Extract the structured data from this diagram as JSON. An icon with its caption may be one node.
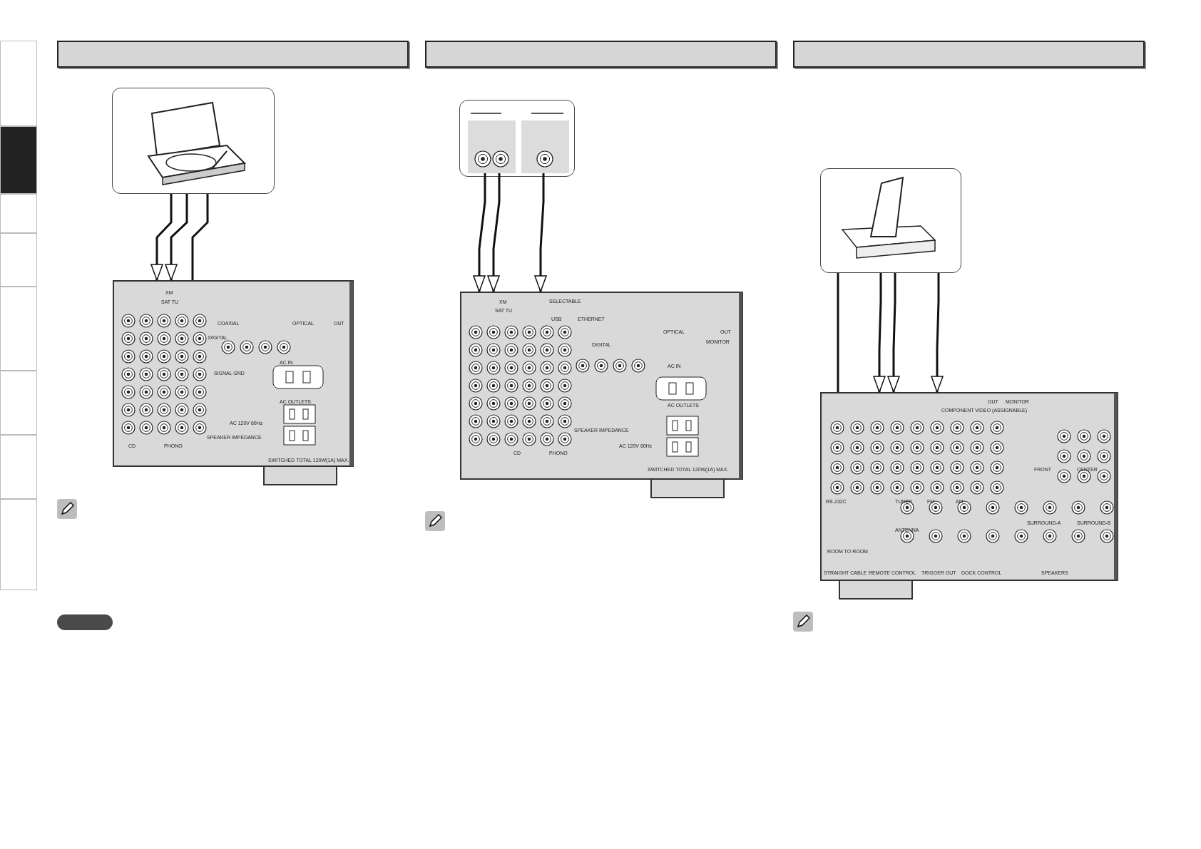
{
  "diagram": {
    "nodes": [
      {
        "text": [],
        "shape": "box"
      },
      {
        "text": [],
        "shape": "picture"
      },
      {
        "text": [],
        "shape": "box"
      },
      {
        "text": [],
        "shape": "box",
        "in": 2
      },
      {
        "text": [],
        "shape": "box",
        "in": 2
      },
      {
        "text": [],
        "shape": "picture"
      },
      {
        "text": [],
        "shape": "box"
      },
      {
        "text": [],
        "shape": "picture"
      },
      {
        "text": [],
        "shape": "box"
      }
    ],
    "edges": [
      {
        "from": 0,
        "to": 1,
        "arrow": "to"
      },
      {
        "from": 0,
        "to": 1,
        "arrow": "to"
      },
      {
        "from": 0,
        "to": 1,
        "arrow": "none"
      },
      {
        "from": 3,
        "to": 5,
        "arrow": "to"
      },
      {
        "from": 3,
        "to": 5,
        "arrow": "to"
      },
      {
        "from": 4,
        "to": 5,
        "arrow": "to"
      },
      {
        "from": 6,
        "to": 7,
        "arrow": "none"
      },
      {
        "from": 6,
        "to": 7,
        "arrow": "to"
      },
      {
        "from": 6,
        "to": 7,
        "arrow": "to"
      },
      {
        "from": 6,
        "to": 7,
        "arrow": "to"
      }
    ],
    "labels": [
      "XM",
      "SAT TU",
      "COAXIAL",
      "OPTICAL",
      "OUT",
      "DIGITAL",
      "AC IN",
      "CD",
      "PHONO",
      "SIGNAL GND",
      "SPEAKER IMPEDANCE",
      "AC OUTLETS",
      "AC 120V 60Hz",
      "SWITCHED TOTAL 120W(1A) MAX.",
      "XM",
      "SAT TU",
      "SELECTABLE",
      "USB",
      "ETHERNET",
      "OPTICAL",
      "OUT",
      "MONITOR",
      "DIGITAL",
      "AC IN",
      "CD",
      "PHONO",
      "SPEAKER IMPEDANCE",
      "AC OUTLETS",
      "AC 120V 60Hz",
      "SWITCHED TOTAL 120W(1A) MAX.",
      "OUT",
      "MONITOR",
      "COMPONENT VIDEO (ASSIGNABLE)",
      "RS-232C",
      "TUNER",
      "FM",
      "AM",
      "ANTENNA",
      "ROOM TO ROOM",
      "STRAIGHT CABLE",
      "REMOTE CONTROL",
      "TRIGGER OUT",
      "DOCK CONTROL",
      "FRONT",
      "CENTER",
      "SURROUND-A",
      "SURROUND-B",
      "SPEAKERS"
    ]
  }
}
